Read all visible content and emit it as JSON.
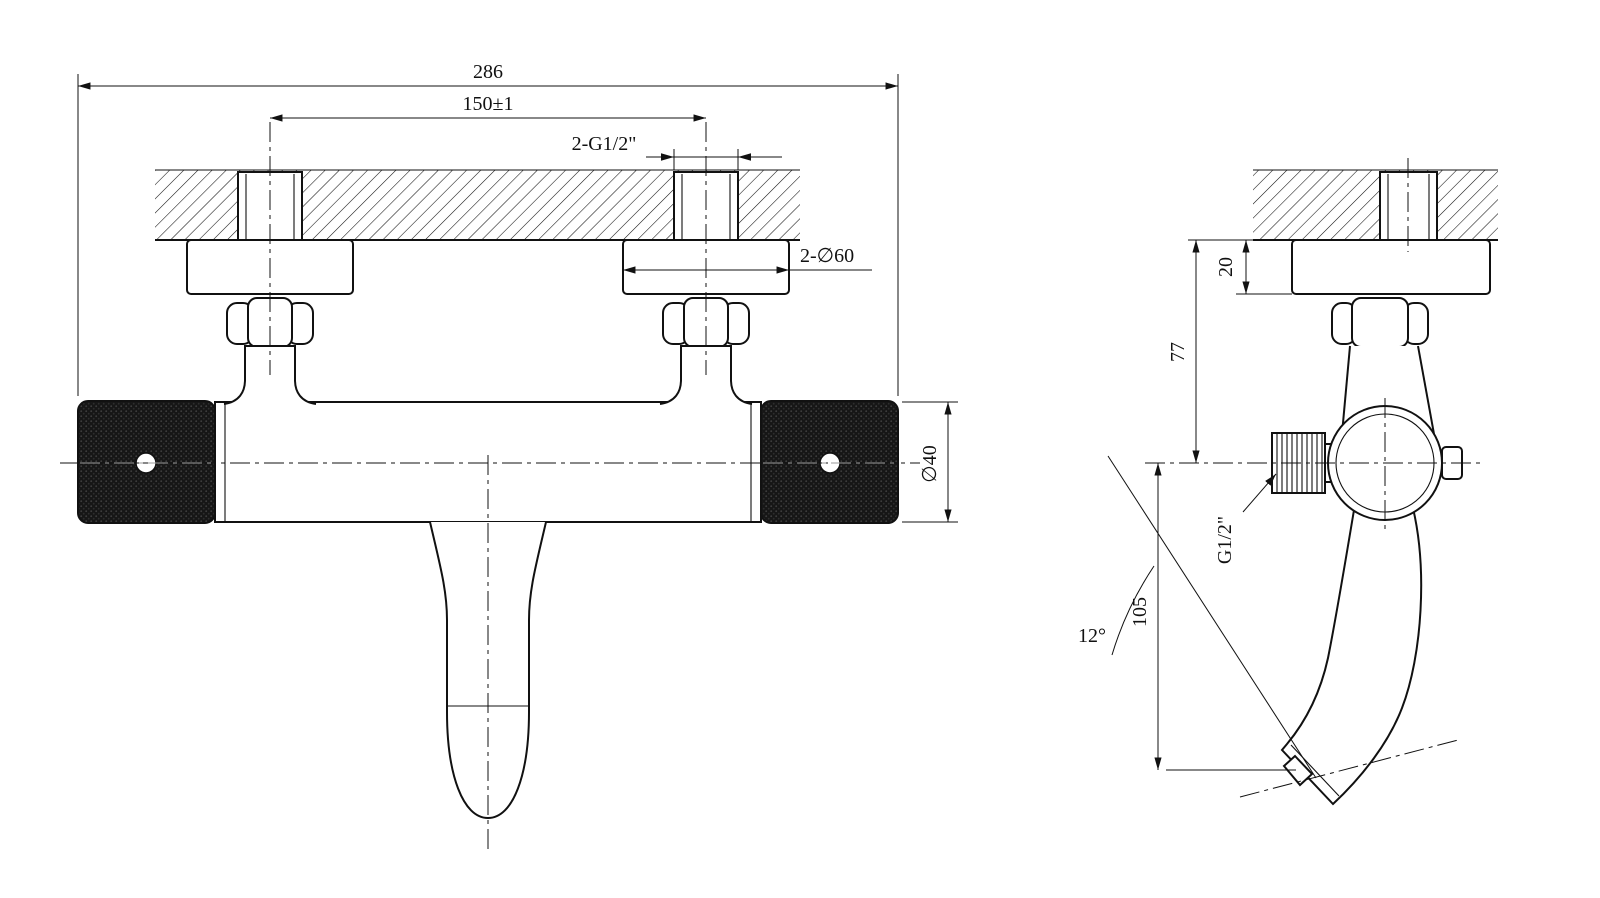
{
  "meta": {
    "type": "technical-drawing",
    "subject": "Wall-mounted bath/shower mixer tap, dimensioned orthographic views"
  },
  "colors": {
    "line": "#111111",
    "background": "#ffffff",
    "handle_fill": "#161616"
  },
  "front_view": {
    "dims": {
      "overall_width": "286",
      "inlet_spacing": "150±1",
      "inlet_thread": "2-G1/2\"",
      "escutcheon": "2-∅60",
      "body_diameter": "∅40"
    }
  },
  "side_view": {
    "dims": {
      "escutcheon_depth": "20",
      "wall_to_axis": "77",
      "outlet_thread": "G1/2\"",
      "axis_to_outlet": "105",
      "spout_angle": "12°"
    }
  }
}
